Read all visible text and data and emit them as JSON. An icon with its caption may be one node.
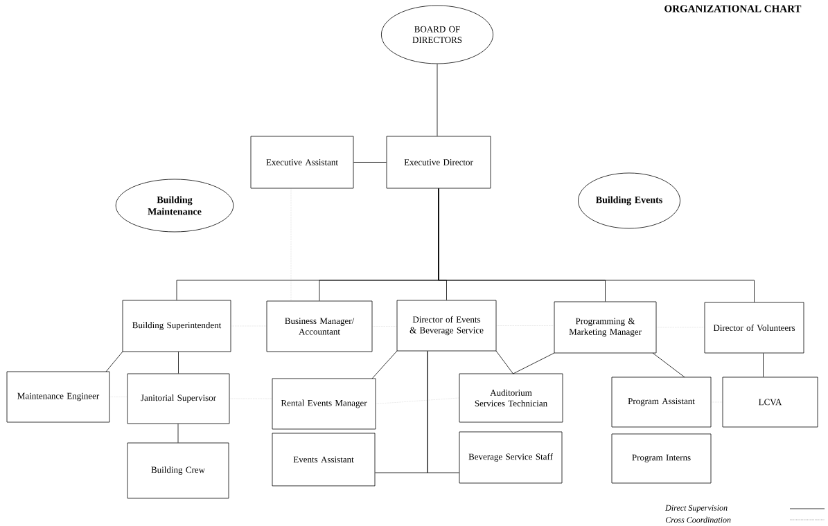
{
  "diagram": {
    "title": "ORGANIZATIONAL CHART",
    "nodes": [
      {
        "text": [
          "BOARD OF DIRECTORS"
        ]
      },
      {
        "text": [
          "Executive Assistant"
        ]
      },
      {
        "text": [
          "Executive Director"
        ]
      },
      {
        "text": [
          "Building Maintenance"
        ]
      },
      {
        "text": [
          "Building Events"
        ]
      },
      {
        "text": [
          "Building Superintendent"
        ]
      },
      {
        "text": [
          "Business Manager/ Accountant"
        ]
      },
      {
        "text": [
          "Director of Events & Beverage Service"
        ]
      },
      {
        "text": [
          "Programming & Marketing Manager"
        ]
      },
      {
        "text": [
          "Director of Volunteers"
        ]
      },
      {
        "text": [
          "Maintenance Engineer"
        ]
      },
      {
        "text": [
          "Janitorial Supervisor"
        ]
      },
      {
        "text": [
          "Rental Events Manager"
        ]
      },
      {
        "text": [
          "Auditorium Services Technician"
        ]
      },
      {
        "text": [
          "Program Assistant"
        ]
      },
      {
        "text": [
          "LCVA"
        ]
      },
      {
        "text": [
          "Building Crew"
        ]
      },
      {
        "text": [
          "Events Assistant"
        ]
      },
      {
        "text": [
          "Beverage Service Staff"
        ]
      },
      {
        "text": [
          "Program Interns"
        ]
      }
    ],
    "edges": [
      {
        "from": 0,
        "to": 2,
        "arrow": "none"
      },
      {
        "from": 1,
        "to": 2,
        "arrow": "none"
      },
      {
        "from": 2,
        "to": 5,
        "arrow": "none"
      },
      {
        "from": 2,
        "to": 6,
        "arrow": "none"
      },
      {
        "from": 2,
        "to": 7,
        "arrow": "none"
      },
      {
        "from": 2,
        "to": 8,
        "arrow": "none"
      },
      {
        "from": 2,
        "to": 9,
        "arrow": "none"
      },
      {
        "from": 5,
        "to": 10,
        "arrow": "none"
      },
      {
        "from": 5,
        "to": 11,
        "arrow": "none"
      },
      {
        "from": 11,
        "to": 16,
        "arrow": "none"
      },
      {
        "from": 7,
        "to": 12,
        "arrow": "none"
      },
      {
        "from": 7,
        "to": 13,
        "arrow": "none"
      },
      {
        "from": 8,
        "to": 13,
        "arrow": "none"
      },
      {
        "from": 8,
        "to": 14,
        "arrow": "none"
      },
      {
        "from": 9,
        "to": 15,
        "arrow": "none"
      },
      {
        "from": 7,
        "to": 17,
        "arrow": "none"
      },
      {
        "from": 7,
        "to": 18,
        "arrow": "none"
      },
      {
        "from": 1,
        "to": 6,
        "arrow": "none",
        "style": "dashed",
        "color": "#808080"
      },
      {
        "from": 5,
        "to": 6,
        "arrow": "none",
        "style": "dashed",
        "color": "#808080"
      },
      {
        "from": 6,
        "to": 7,
        "arrow": "none",
        "style": "dashed",
        "color": "#808080"
      },
      {
        "from": 7,
        "to": 8,
        "arrow": "none",
        "style": "dashed",
        "color": "#808080"
      },
      {
        "from": 8,
        "to": 9,
        "arrow": "none",
        "style": "dashed",
        "color": "#808080"
      },
      {
        "from": 10,
        "to": 11,
        "arrow": "none",
        "style": "dashed",
        "color": "#808080"
      },
      {
        "from": 11,
        "to": 12,
        "arrow": "none",
        "style": "dashed",
        "color": "#808080"
      },
      {
        "from": 12,
        "to": 13,
        "arrow": "none",
        "style": "dashed",
        "color": "#808080"
      },
      {
        "from": 14,
        "to": 15,
        "arrow": "none",
        "style": "dashed",
        "color": "#808080"
      }
    ],
    "legend": [
      {
        "text": "Direct Supervision"
      },
      {
        "text": "Cross Coordination"
      }
    ]
  }
}
